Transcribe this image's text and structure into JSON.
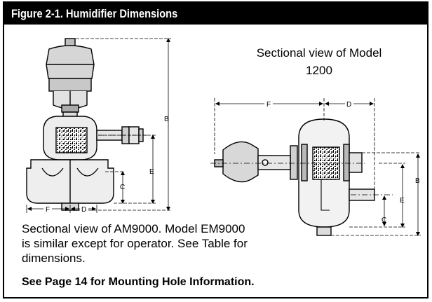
{
  "figure": {
    "title": "Figure 2-1. Humidifier Dimensions"
  },
  "captions": {
    "model_1200": "Sectional view of Model 1200",
    "am9000": "Sectional view of AM9000. Model EM9000 is similar except for operator. See Table for dimensions.",
    "mounting_note": "See Page 14 for Mounting Hole Information."
  },
  "dimension_labels": {
    "am9000": {
      "b": "B",
      "e": "E",
      "c": "C",
      "f": "F",
      "d": "D"
    },
    "model_1200": {
      "f": "F",
      "d": "D",
      "b": "B",
      "e": "E",
      "c": "C"
    }
  },
  "colors": {
    "title_bar": "#000000",
    "title_text": "#ffffff",
    "line": "#000000",
    "fill_light": "#dcdcdc",
    "fill_mid": "#b4b4b4"
  }
}
